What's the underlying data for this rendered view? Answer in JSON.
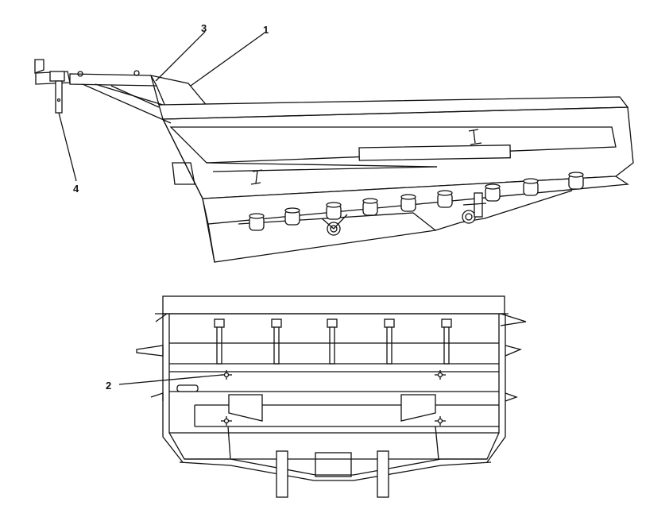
{
  "diagram": {
    "callouts": {
      "c1": "1",
      "c2": "2",
      "c3": "3",
      "c4": "4"
    },
    "colors": {
      "ink": "#111111",
      "paper": "#ffffff"
    }
  }
}
